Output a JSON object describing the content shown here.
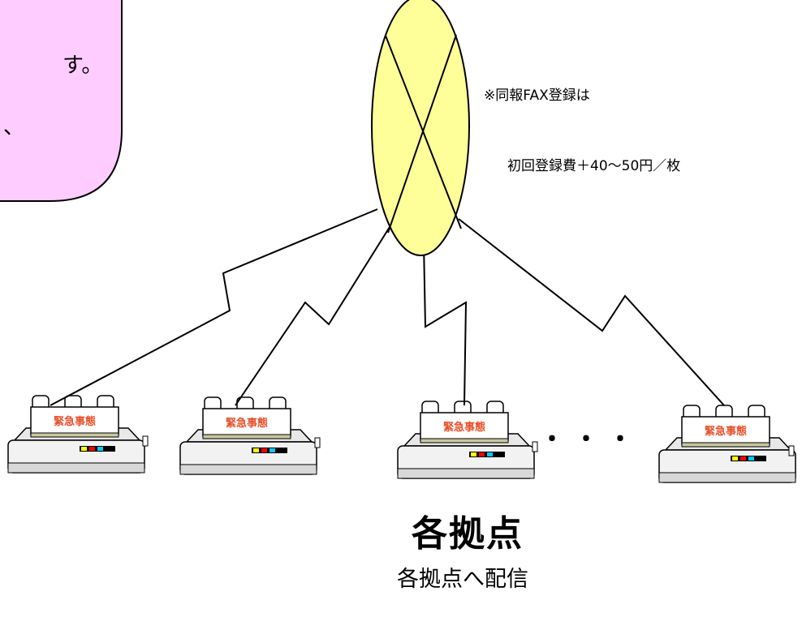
{
  "callout": {
    "fragment_1": "す。",
    "fragment_2": "、"
  },
  "note": {
    "line_1": "※同報FAX登録は",
    "line_2": "初回登録費＋40～50円／枚"
  },
  "fax_machines": [
    {
      "label": "緊急事態"
    },
    {
      "label": "緊急事態"
    },
    {
      "label": "緊急事態"
    },
    {
      "label": "緊急事態"
    }
  ],
  "ellipsis": "・・・",
  "footer": {
    "title": "各拠点",
    "subtitle": "各拠点へ配信"
  },
  "colors": {
    "callout_fill": "#ffccff",
    "hub_fill": "#ffff99",
    "fax_label": "#e8502a"
  }
}
